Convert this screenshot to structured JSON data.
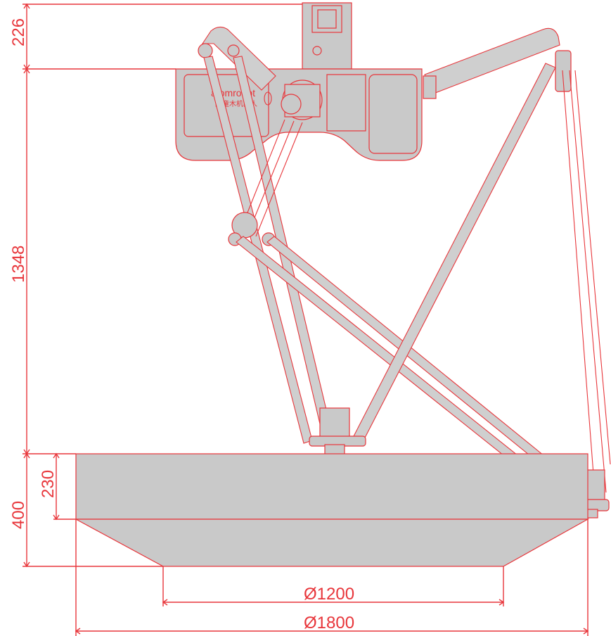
{
  "colors": {
    "line": "#e8363b",
    "fill": "#c9c9c9",
    "background": "#ffffff"
  },
  "brand": {
    "name": "atomrobot",
    "subtitle": "阿童木机器人"
  },
  "dimensions": {
    "top_height": "226",
    "reach_height": "1348",
    "workspace_total_height": "400",
    "workspace_cylinder_height": "230",
    "bottom_diameter": "Ø1200",
    "top_diameter": "Ø1800"
  }
}
